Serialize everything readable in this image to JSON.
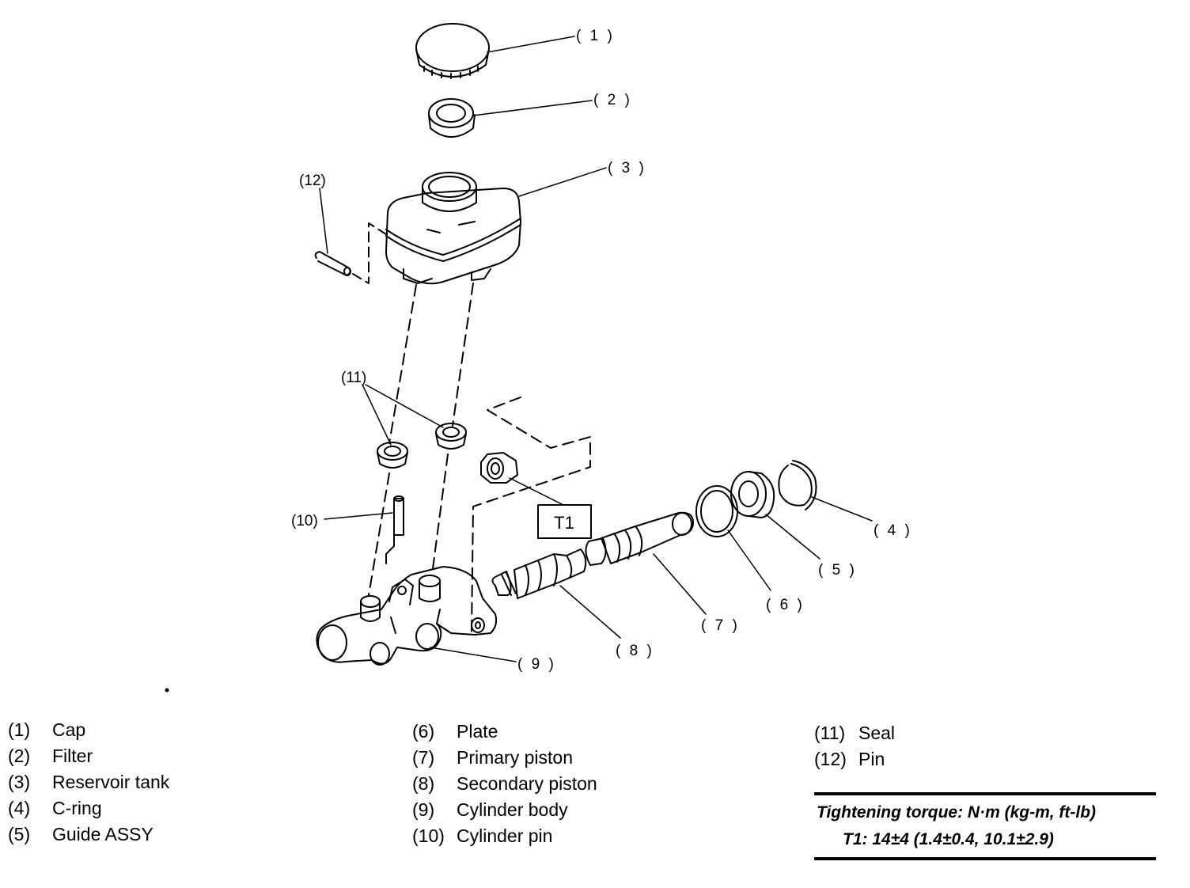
{
  "diagram": {
    "callouts": {
      "c1": "( 1 )",
      "c2": "( 2 )",
      "c3": "( 3 )",
      "c4": "( 4 )",
      "c5": "( 5 )",
      "c6": "( 6 )",
      "c7": "( 7 )",
      "c8": "( 8 )",
      "c9": "( 9 )",
      "c10": "(10)",
      "c11": "(11)",
      "c12": "(12)"
    },
    "torque_tag": "T1"
  },
  "legend": {
    "col1": [
      {
        "num": "(1)",
        "name": "Cap"
      },
      {
        "num": "(2)",
        "name": "Filter"
      },
      {
        "num": "(3)",
        "name": "Reservoir tank"
      },
      {
        "num": "(4)",
        "name": "C-ring"
      },
      {
        "num": "(5)",
        "name": "Guide ASSY"
      }
    ],
    "col2": [
      {
        "num": "(6)",
        "name": "Plate"
      },
      {
        "num": "(7)",
        "name": "Primary piston"
      },
      {
        "num": "(8)",
        "name": "Secondary piston"
      },
      {
        "num": "(9)",
        "name": "Cylinder body"
      },
      {
        "num": "(10)",
        "name": "Cylinder pin"
      }
    ],
    "col3": [
      {
        "num": "(11)",
        "name": "Seal"
      },
      {
        "num": "(12)",
        "name": "Pin"
      }
    ]
  },
  "torque": {
    "title": "Tightening torque: N·m (kg-m, ft-lb)",
    "value": "T1: 14±4 (1.4±0.4, 10.1±2.9)"
  }
}
